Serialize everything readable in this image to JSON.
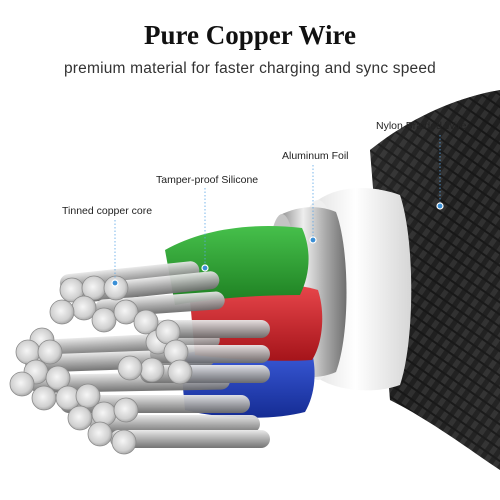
{
  "title": "Pure Copper Wire",
  "subtitle": "premium material for faster charging and sync speed",
  "callouts": {
    "nylon": "Nylon Braided Wire",
    "aluminum": "Aluminum Foil",
    "silicone": "Tamper-proof Silicone",
    "copper": "Tinned copper core"
  },
  "colors": {
    "braid": "#2a2a2a",
    "jacket": "#f4f4f4",
    "foil": "#b8b8b8",
    "green": "#2fa834",
    "red": "#d3262c",
    "blue": "#1f3fc2",
    "strand": "#c9c9c9",
    "callout_dot": "#3a8fd6"
  },
  "icons": [
    "cable-cross-section"
  ]
}
